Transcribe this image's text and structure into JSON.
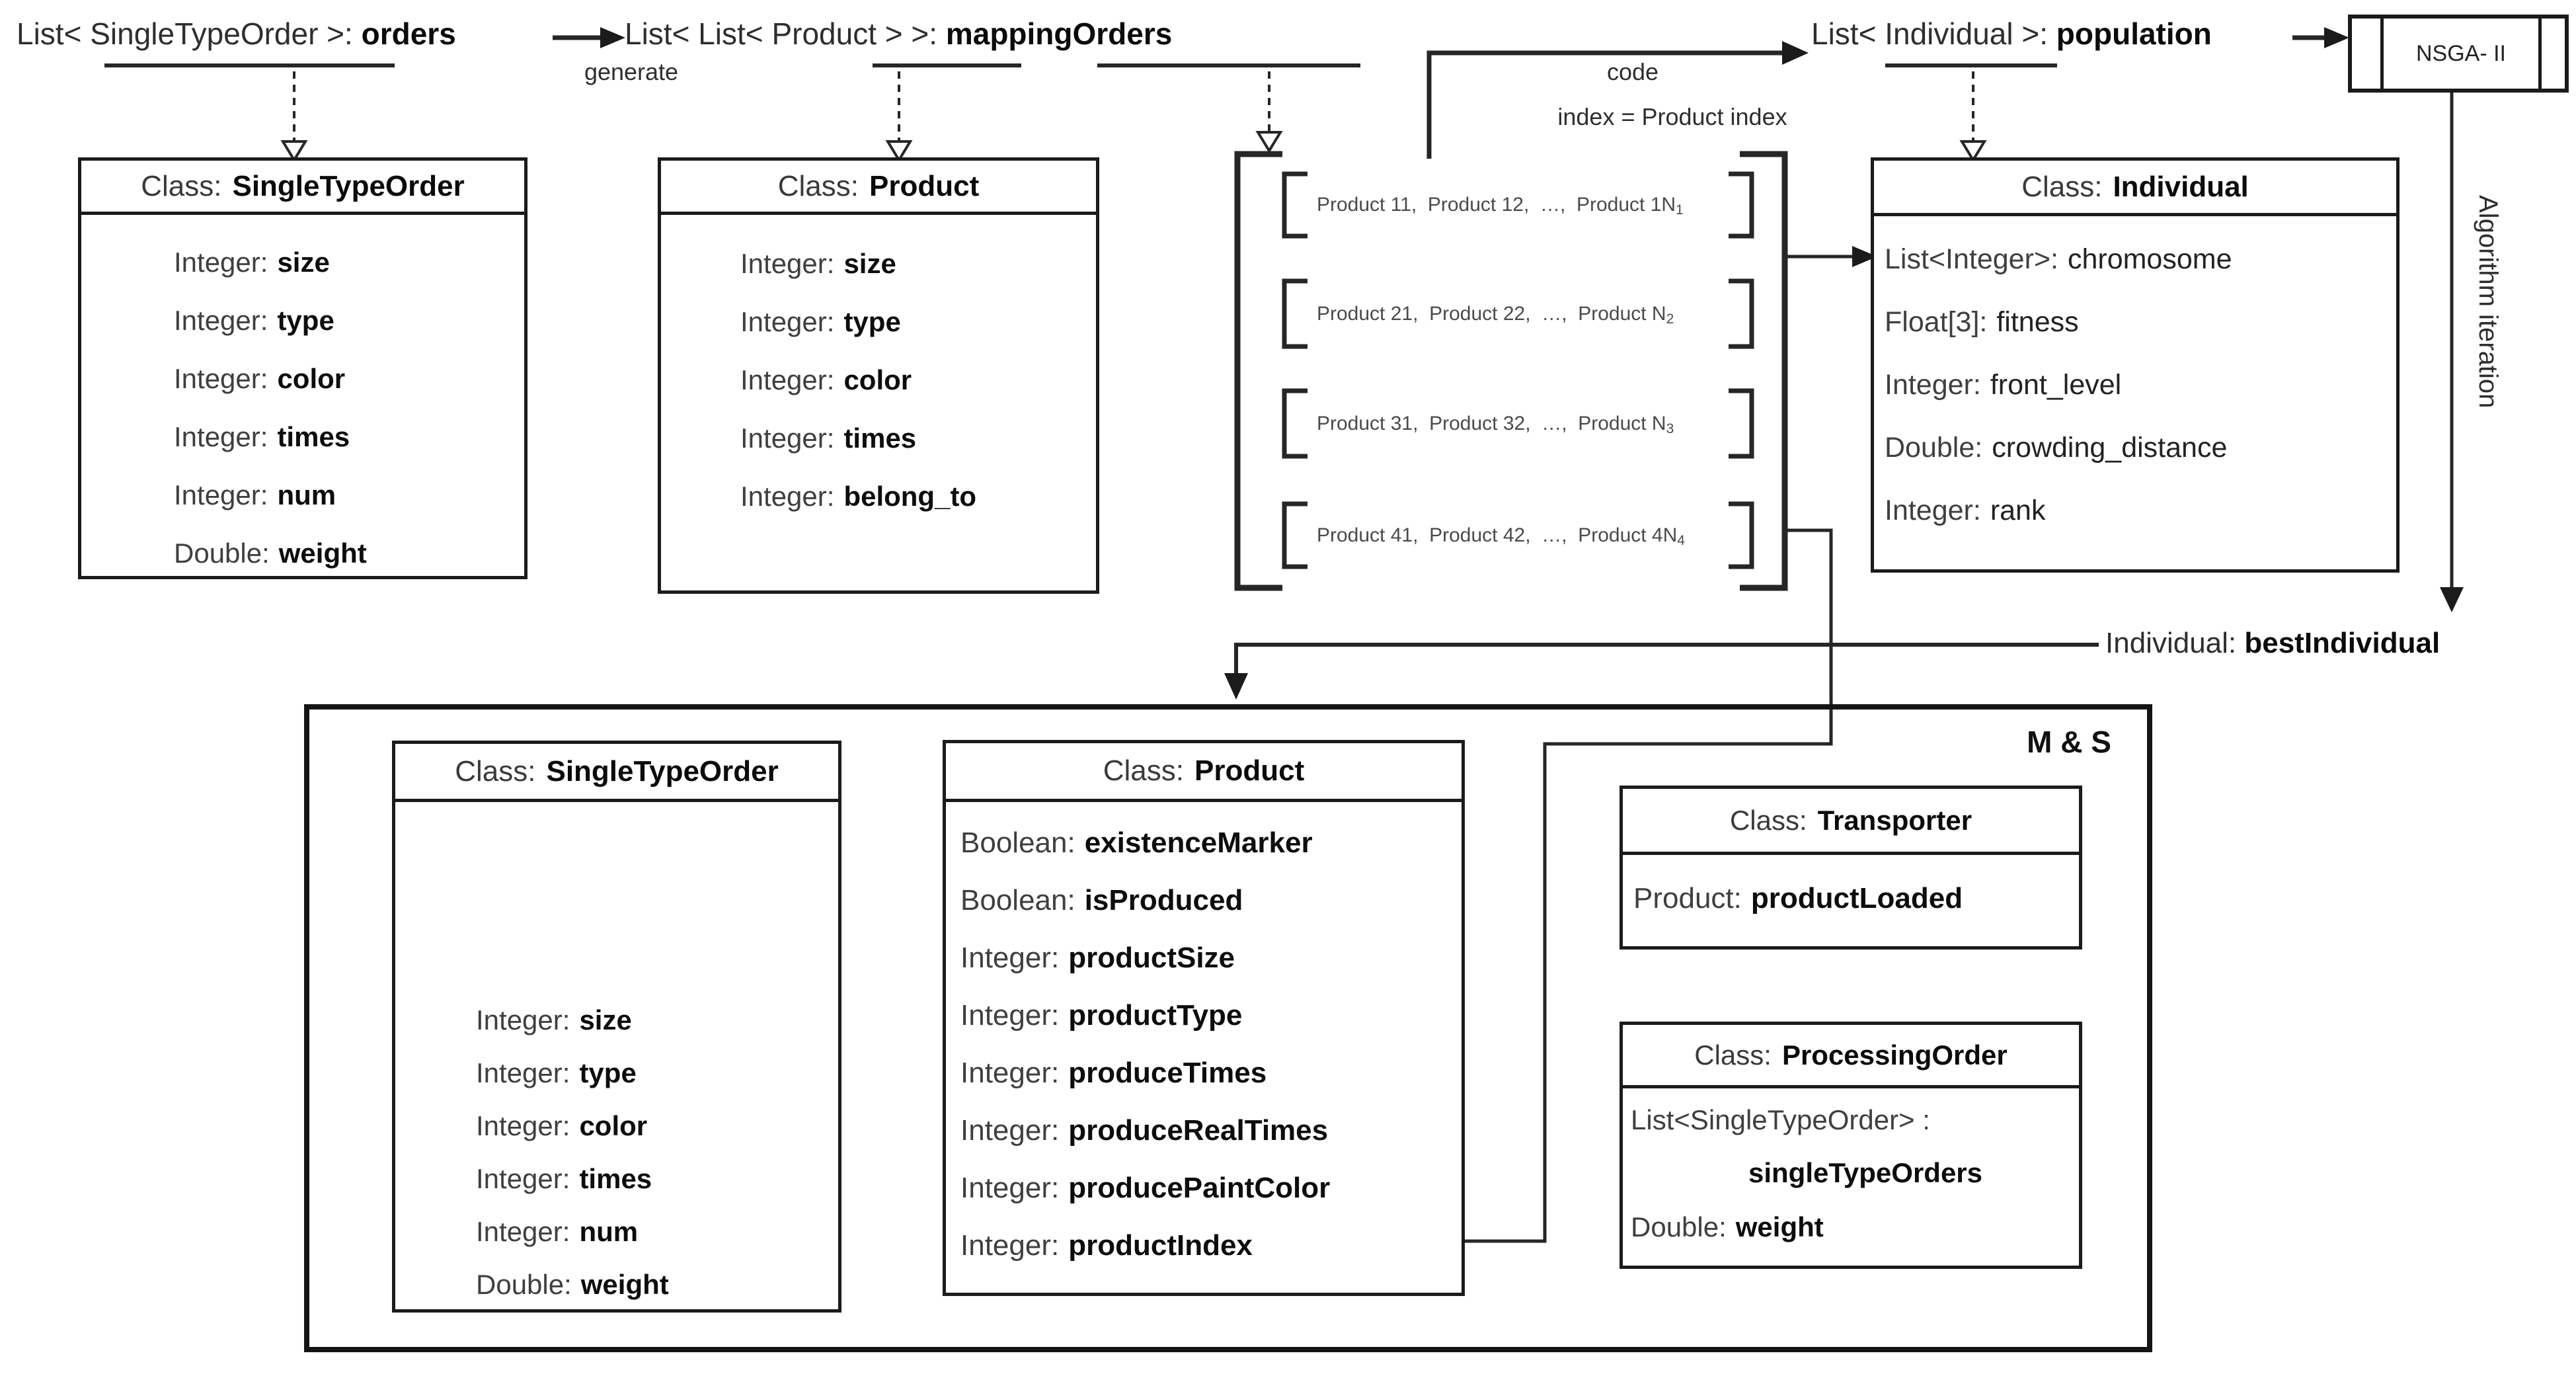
{
  "flow": {
    "orders": {
      "type": "List< SingleTypeOrder >: ",
      "name": "orders"
    },
    "generate": "generate",
    "mapping": {
      "type": "List< List< Product > >: ",
      "name": "mappingOrders"
    },
    "code_line1": "code",
    "code_line2": "index = Product index",
    "population": {
      "type": "List< Individual >: ",
      "name": "population"
    },
    "nsga": "NSGA- II",
    "algorithm_iteration": "Algorithm iteration",
    "best_individual": {
      "type": "Individual: ",
      "name": "bestIndividual"
    },
    "ms_label": "M & S"
  },
  "matrix": {
    "rows": [
      {
        "text": "Product 11,  Product 12,  …,  Product 1N",
        "sub": "1"
      },
      {
        "text": "Product 21,  Product 22,  …,  Product N",
        "sub": "2"
      },
      {
        "text": "Product 31,  Product 32,  …,  Product N",
        "sub": "3"
      },
      {
        "text": "Product 41,  Product 42,  …,  Product 4N",
        "sub": "4"
      }
    ]
  },
  "classes": {
    "sto_top": {
      "label": "Class:",
      "name": "SingleTypeOrder",
      "fields": [
        {
          "t": "Integer:",
          "n": "size"
        },
        {
          "t": "Integer:",
          "n": "type"
        },
        {
          "t": "Integer:",
          "n": "color"
        },
        {
          "t": "Integer:",
          "n": "times"
        },
        {
          "t": "Integer:",
          "n": "num"
        },
        {
          "t": "Double:",
          "n": "weight"
        }
      ]
    },
    "product_top": {
      "label": "Class:",
      "name": "Product",
      "fields": [
        {
          "t": "Integer:",
          "n": "size"
        },
        {
          "t": "Integer:",
          "n": "type"
        },
        {
          "t": "Integer:",
          "n": "color"
        },
        {
          "t": "Integer:",
          "n": "times"
        },
        {
          "t": "Integer:",
          "n": "belong_to"
        }
      ]
    },
    "individual": {
      "label": "Class:",
      "name": "Individual",
      "fields": [
        {
          "t": "List<Integer>:",
          "n": "chromosome"
        },
        {
          "t": "Float[3]:",
          "n": "fitness"
        },
        {
          "t": "Integer:",
          "n": "front_level"
        },
        {
          "t": "Double:",
          "n": "crowding_distance"
        },
        {
          "t": "Integer:",
          "n": "rank"
        }
      ]
    },
    "sto_ms": {
      "label": "Class:",
      "name": "SingleTypeOrder",
      "fields": [
        {
          "t": "Integer:",
          "n": "size"
        },
        {
          "t": "Integer:",
          "n": "type"
        },
        {
          "t": "Integer:",
          "n": "color"
        },
        {
          "t": "Integer:",
          "n": "times"
        },
        {
          "t": "Integer:",
          "n": "num"
        },
        {
          "t": "Double:",
          "n": "weight"
        }
      ]
    },
    "product_ms": {
      "label": "Class:",
      "name": "Product",
      "fields": [
        {
          "t": "Boolean:",
          "n": "existenceMarker"
        },
        {
          "t": "Boolean:",
          "n": "isProduced"
        },
        {
          "t": "Integer:",
          "n": "productSize"
        },
        {
          "t": "Integer:",
          "n": "productType"
        },
        {
          "t": "Integer:",
          "n": "produceTimes"
        },
        {
          "t": "Integer:",
          "n": "produceRealTimes"
        },
        {
          "t": "Integer:",
          "n": "producePaintColor"
        },
        {
          "t": "Integer:",
          "n": "productIndex"
        }
      ]
    },
    "transporter": {
      "label": "Class:",
      "name": "Transporter",
      "fields": [
        {
          "t": "Product:",
          "n": "productLoaded"
        }
      ]
    },
    "processing_order": {
      "label": "Class:",
      "name": "ProcessingOrder",
      "line1": "List<SingleTypeOrder> :",
      "line2": "singleTypeOrders",
      "line3_t": "Double:",
      "line3_n": "weight"
    }
  }
}
